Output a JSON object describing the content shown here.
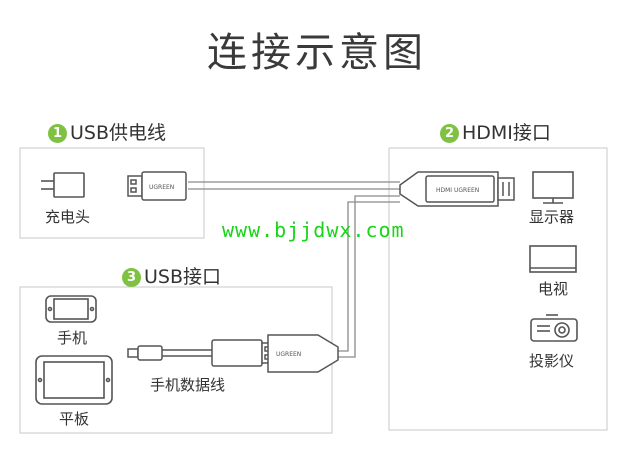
{
  "title": "连接示意图",
  "sections": {
    "usb_power": {
      "number": "1",
      "label": "USB供电线"
    },
    "hdmi": {
      "number": "2",
      "label": "HDMI接口"
    },
    "usb_port": {
      "number": "3",
      "label": "USB接口"
    }
  },
  "devices": {
    "charger": "充电头",
    "display": "显示器",
    "tv": "电视",
    "projector": "投影仪",
    "phone": "手机",
    "tablet": "平板",
    "phone_cable": "手机数据线"
  },
  "brand": "UGREEN",
  "watermark": "www.bjjdwx.com",
  "colors": {
    "accent": "#7fc241",
    "line": "#999999",
    "watermark": "#19d419"
  }
}
